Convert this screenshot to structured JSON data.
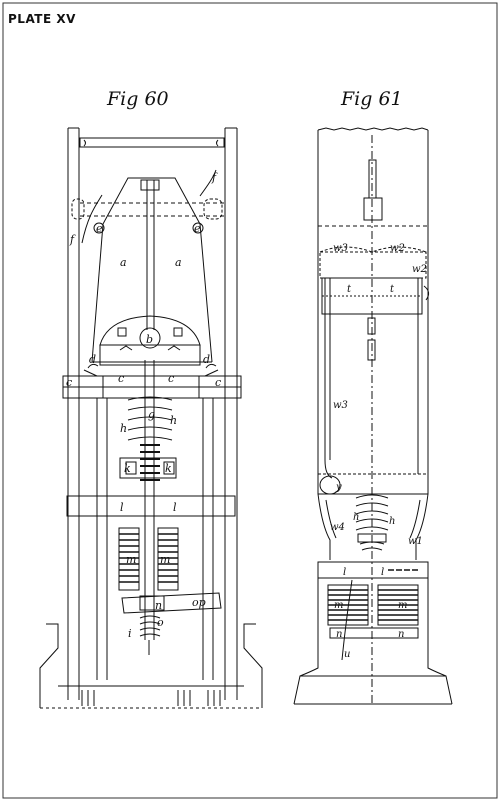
{
  "plate_title": "PLATE XV",
  "fig60": {
    "title": "Fig 60",
    "labels": {
      "f": "f",
      "a": "a",
      "b": "b",
      "c": "c",
      "d": "d",
      "e": "e",
      "g": "g",
      "h": "h",
      "k": "k",
      "l": "l",
      "m": "m",
      "n": "n",
      "op": "op",
      "i": "i",
      "o": "o"
    }
  },
  "fig61": {
    "title": "Fig 61",
    "labels": {
      "w2": "w2",
      "w3": "w3",
      "w4": "w4",
      "w1": "w1",
      "t": "t",
      "y": "y",
      "h": "h",
      "l": "l",
      "m": "m",
      "n": "n",
      "u": "u"
    }
  }
}
